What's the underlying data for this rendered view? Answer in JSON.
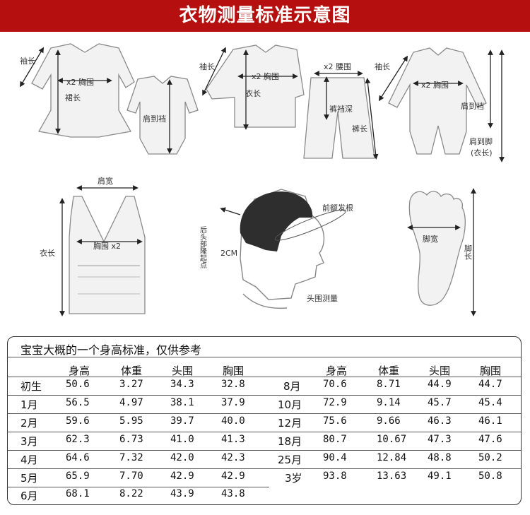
{
  "banner": {
    "title": "衣物测量标准示意图"
  },
  "diagrams": {
    "dress": {
      "sleeve": "袖长",
      "chest": "x2 胸围",
      "skirt": "裙长"
    },
    "bodysuit": {
      "shoulder_crotch": "肩到裆"
    },
    "shirt": {
      "sleeve": "袖长",
      "chest": "x2 胸围",
      "length": "衣长"
    },
    "pants": {
      "waist": "x2 腰围",
      "rise": "裤裆深",
      "length": "裤长"
    },
    "romper": {
      "sleeve": "袖长",
      "chest": "x2 胸围",
      "shoulder_crotch": "肩到裆",
      "shoulder_foot": "肩到脚",
      "shoulder_foot_sub": "(衣长)"
    },
    "vest": {
      "shoulder": "肩宽",
      "chest": "胸围 x2",
      "length": "衣长"
    },
    "head": {
      "front": "前额发根",
      "back": "后头部隆起点",
      "offset": "2CM",
      "caption": "头围测量"
    },
    "foot": {
      "width": "脚宽",
      "length": "脚长"
    }
  },
  "table": {
    "title": "宝宝大概的一个身高标准，仅供参考",
    "headers": [
      "身高",
      "体重",
      "头围",
      "胸围"
    ],
    "left": [
      {
        "age": "初生",
        "height": "50.6",
        "weight": "3.27",
        "head": "34.3",
        "chest": "32.8"
      },
      {
        "age": "1月",
        "height": "56.5",
        "weight": "4.97",
        "head": "38.1",
        "chest": "37.9"
      },
      {
        "age": "2月",
        "height": "59.6",
        "weight": "5.95",
        "head": "39.7",
        "chest": "40.0"
      },
      {
        "age": "3月",
        "height": "62.3",
        "weight": "6.73",
        "head": "41.0",
        "chest": "41.3"
      },
      {
        "age": "4月",
        "height": "64.6",
        "weight": "7.32",
        "head": "42.0",
        "chest": "42.3"
      },
      {
        "age": "5月",
        "height": "65.9",
        "weight": "7.70",
        "head": "42.9",
        "chest": "42.9"
      },
      {
        "age": "6月",
        "height": "68.1",
        "weight": "8.22",
        "head": "43.9",
        "chest": "43.8"
      }
    ],
    "right": [
      {
        "age": "8月",
        "height": "70.6",
        "weight": "8.71",
        "head": "44.9",
        "chest": "44.7"
      },
      {
        "age": "10月",
        "height": "72.9",
        "weight": "9.14",
        "head": "45.7",
        "chest": "45.4"
      },
      {
        "age": "12月",
        "height": "75.6",
        "weight": "9.66",
        "head": "46.3",
        "chest": "46.1"
      },
      {
        "age": "18月",
        "height": "80.7",
        "weight": "10.67",
        "head": "47.3",
        "chest": "47.6"
      },
      {
        "age": "25月",
        "height": "90.4",
        "weight": "12.84",
        "head": "48.8",
        "chest": "50.2"
      },
      {
        "age": "3岁",
        "height": "93.8",
        "weight": "13.63",
        "head": "49.1",
        "chest": "50.8"
      }
    ]
  }
}
